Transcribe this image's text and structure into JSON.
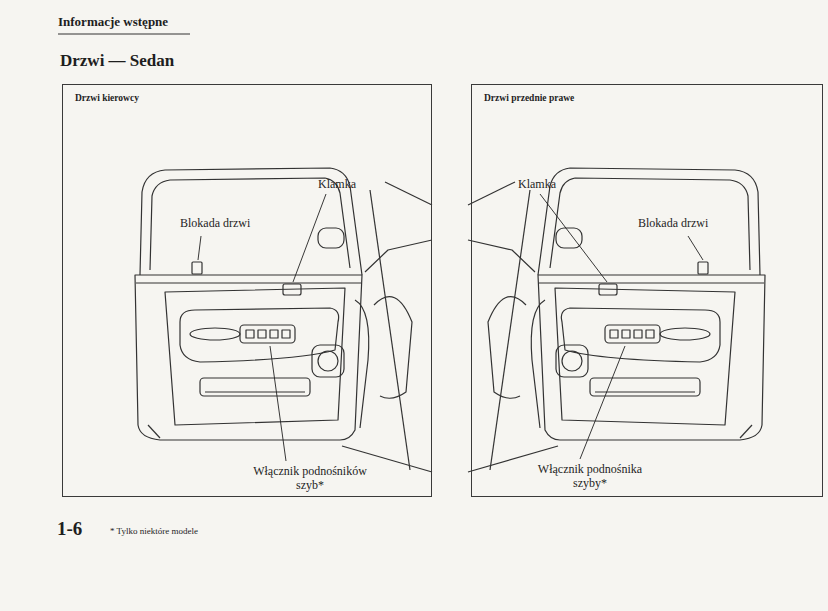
{
  "diagram": {
    "title": "Drzwi — Sedan",
    "nodes": [
      {
        "text": [
          "Drzwi kierowcy"
        ]
      },
      {
        "text": [
          "Drzwi przednie prawe"
        ]
      }
    ],
    "labels": [
      "Informacje wstępne",
      "Klamka",
      "Blokada drzwi",
      "Włącznik podnośników szyb*",
      "Klamka",
      "Blokada drzwi",
      "Włącznik podnośnika szyby*",
      "1-6",
      "* Tylko niektóre modele"
    ]
  }
}
